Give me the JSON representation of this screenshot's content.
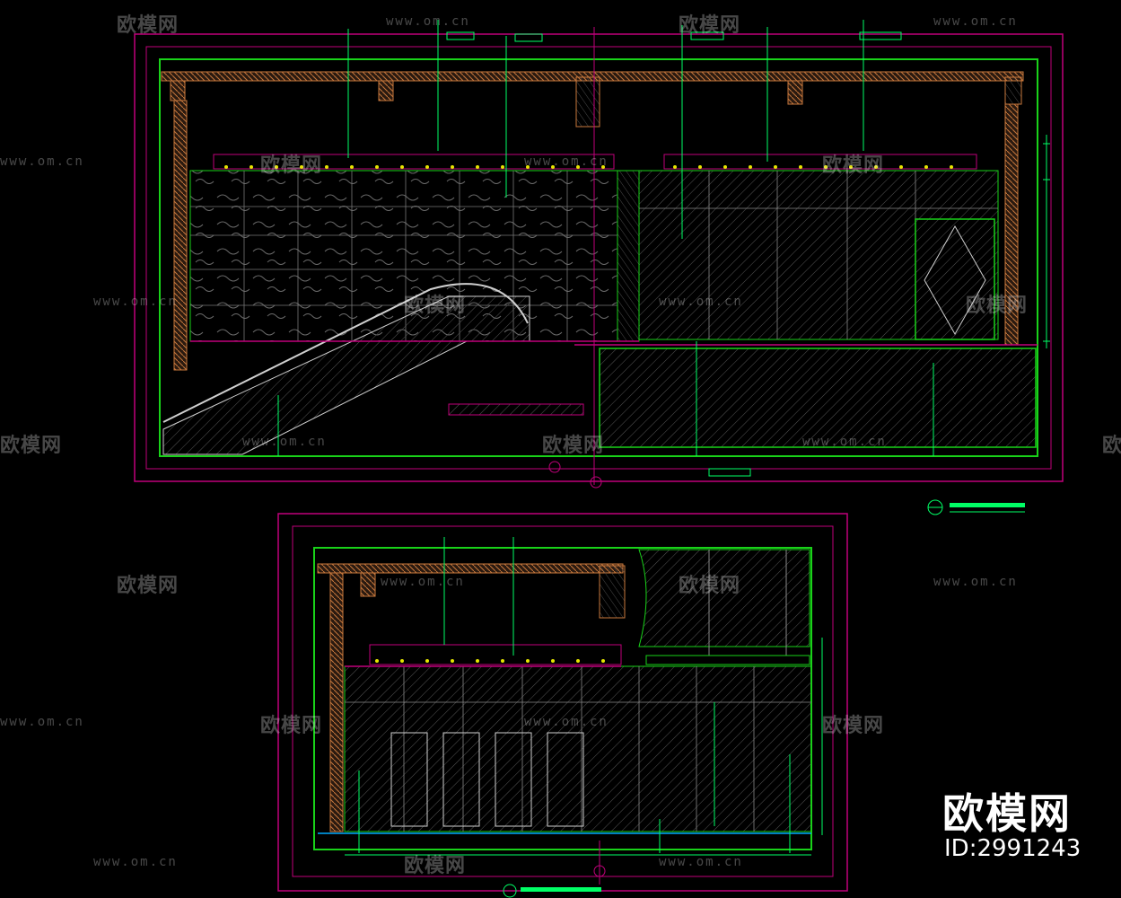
{
  "watermark": {
    "brand": "欧模网",
    "url": "www.om.cn"
  },
  "corner": {
    "brand": "欧模网",
    "id_text": "ID:2991243"
  },
  "colors": {
    "frame_magenta": "#c0007a",
    "outline_green": "#19d219",
    "structure_orange": "#c8783c",
    "leader_green": "#00ff66",
    "pattern_gray": "#6e6e6e",
    "yellow_light": "#e6e600"
  }
}
